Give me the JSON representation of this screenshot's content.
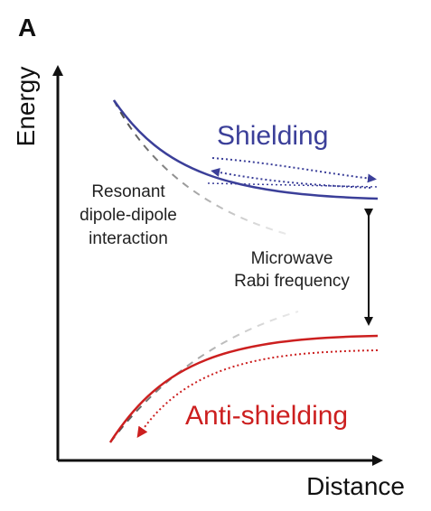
{
  "panel_label": "A",
  "axes": {
    "y_label": "Energy",
    "x_label": "Distance"
  },
  "labels": {
    "shielding": "Shielding",
    "anti_shielding": "Anti-shielding",
    "resonant_line1": "Resonant",
    "resonant_line2": "dipole-dipole",
    "resonant_line3": "interaction",
    "microwave_line1": "Microwave",
    "microwave_line2": "Rabi frequency"
  },
  "colors": {
    "shielding": "#3b3f99",
    "anti_shielding": "#cc1f1f",
    "resonant": "#555555",
    "axis": "#111111",
    "text": "#222222"
  }
}
